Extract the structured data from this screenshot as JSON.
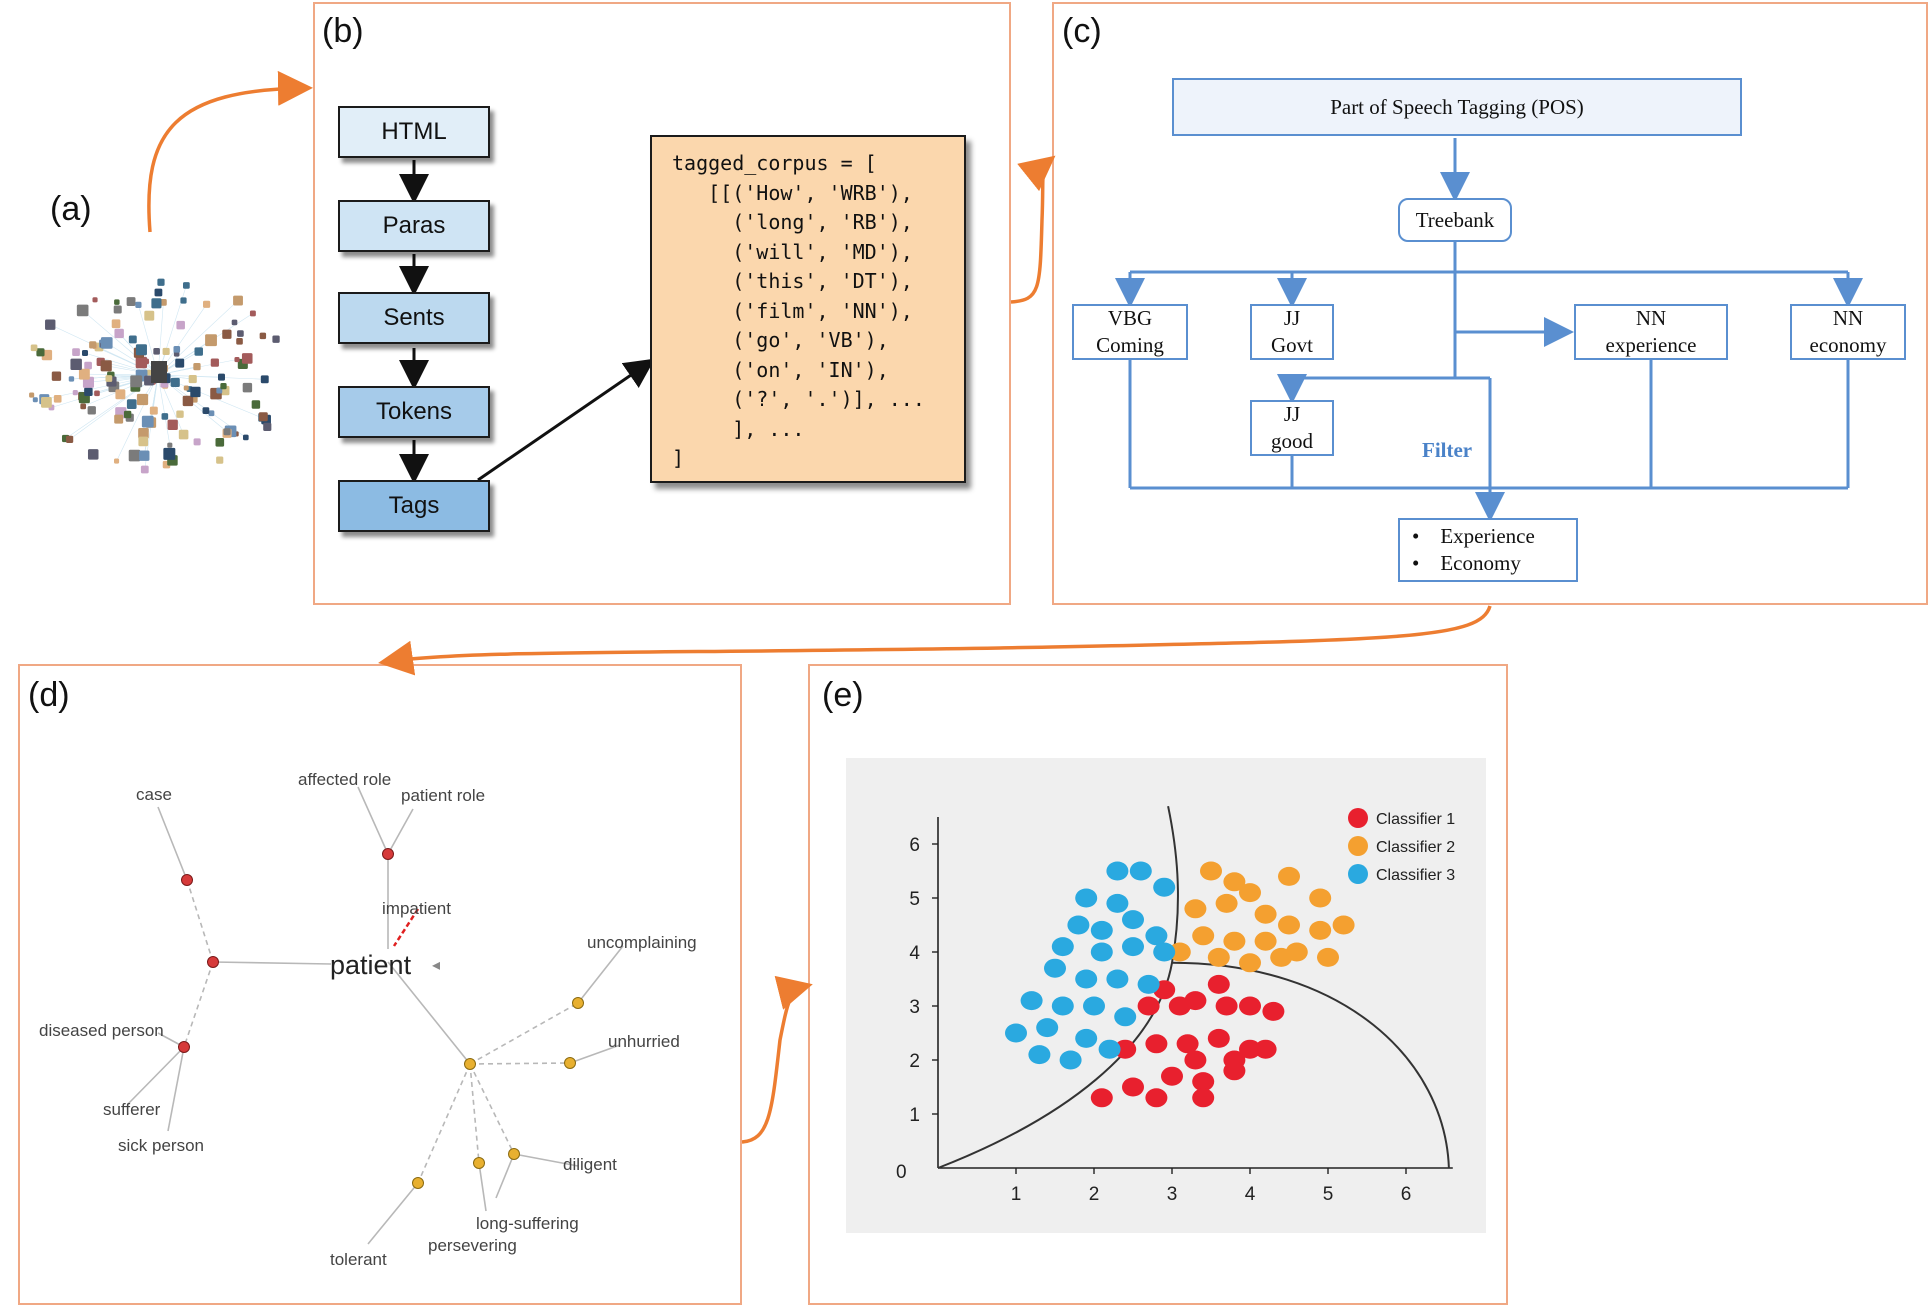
{
  "panels": {
    "a": {
      "label": "(a)"
    },
    "b": {
      "label": "(b)"
    },
    "c": {
      "label": "(c)"
    },
    "d": {
      "label": "(d)"
    },
    "e": {
      "label": "(e)"
    }
  },
  "pipeline": {
    "steps": [
      "HTML",
      "Paras",
      "Sents",
      "Tokens",
      "Tags"
    ],
    "code": "tagged_corpus = [\n   [[('How', 'WRB'),\n     ('long', 'RB'),\n     ('will', 'MD'),\n     ('this', 'DT'),\n     ('film', 'NN'),\n     ('go', 'VB'),\n     ('on', 'IN'),\n     ('?', '.')], ...\n     ], ...\n]"
  },
  "pos": {
    "title": "Part of Speech Tagging (POS)",
    "treebank": "Treebank",
    "tags": [
      {
        "tag": "VBG",
        "word": "Coming"
      },
      {
        "tag": "JJ",
        "word": "Govt"
      },
      {
        "tag": "JJ",
        "word": "good"
      },
      {
        "tag": "NN",
        "word": "experience"
      },
      {
        "tag": "NN",
        "word": "economy"
      }
    ],
    "filter": "Filter",
    "results": [
      "Experience",
      "Economy"
    ]
  },
  "wordnet": {
    "center": "patient",
    "words": [
      "case",
      "affected role",
      "patient role",
      "impatient",
      "uncomplaining",
      "unhurried",
      "diseased person",
      "sufferer",
      "sick person",
      "diligent",
      "long-suffering",
      "persevering",
      "tolerant"
    ]
  },
  "chart_data": {
    "type": "scatter",
    "xlim": [
      0,
      6.5
    ],
    "ylim": [
      0,
      6.5
    ],
    "xticks": [
      1,
      2,
      3,
      4,
      5,
      6
    ],
    "yticks": [
      1,
      2,
      3,
      4,
      5,
      6
    ],
    "origin_label": "0",
    "legend_position": "top-right",
    "series": [
      {
        "name": "Classifier 1",
        "color": "#e8202e",
        "points": [
          [
            2.9,
            3.3
          ],
          [
            3.6,
            3.4
          ],
          [
            3.3,
            3.1
          ],
          [
            2.7,
            3.0
          ],
          [
            3.1,
            3.0
          ],
          [
            3.7,
            3.0
          ],
          [
            4.0,
            3.0
          ],
          [
            4.3,
            2.9
          ],
          [
            2.4,
            2.2
          ],
          [
            2.8,
            2.3
          ],
          [
            3.2,
            2.3
          ],
          [
            3.6,
            2.4
          ],
          [
            4.0,
            2.2
          ],
          [
            3.3,
            2.0
          ],
          [
            3.8,
            2.0
          ],
          [
            4.2,
            2.2
          ],
          [
            2.5,
            1.5
          ],
          [
            3.0,
            1.7
          ],
          [
            3.4,
            1.6
          ],
          [
            3.8,
            1.8
          ],
          [
            2.1,
            1.3
          ],
          [
            2.8,
            1.3
          ],
          [
            3.4,
            1.3
          ]
        ]
      },
      {
        "name": "Classifier 2",
        "color": "#f4a030",
        "points": [
          [
            3.5,
            5.5
          ],
          [
            3.8,
            5.3
          ],
          [
            4.0,
            5.1
          ],
          [
            4.5,
            5.4
          ],
          [
            4.9,
            5.0
          ],
          [
            3.3,
            4.8
          ],
          [
            3.7,
            4.9
          ],
          [
            4.2,
            4.7
          ],
          [
            4.5,
            4.5
          ],
          [
            4.9,
            4.4
          ],
          [
            5.2,
            4.5
          ],
          [
            3.4,
            4.3
          ],
          [
            3.8,
            4.2
          ],
          [
            4.2,
            4.2
          ],
          [
            4.6,
            4.0
          ],
          [
            3.1,
            4.0
          ],
          [
            3.6,
            3.9
          ],
          [
            4.0,
            3.8
          ],
          [
            4.4,
            3.9
          ],
          [
            5.0,
            3.9
          ]
        ]
      },
      {
        "name": "Classifier 3",
        "color": "#2aa9e0",
        "points": [
          [
            2.3,
            5.5
          ],
          [
            2.6,
            5.5
          ],
          [
            2.9,
            5.2
          ],
          [
            1.9,
            5.0
          ],
          [
            2.3,
            4.9
          ],
          [
            1.8,
            4.5
          ],
          [
            2.1,
            4.4
          ],
          [
            2.5,
            4.6
          ],
          [
            2.8,
            4.3
          ],
          [
            1.6,
            4.1
          ],
          [
            2.1,
            4.0
          ],
          [
            2.5,
            4.1
          ],
          [
            2.9,
            4.0
          ],
          [
            1.5,
            3.7
          ],
          [
            1.9,
            3.5
          ],
          [
            2.3,
            3.5
          ],
          [
            2.7,
            3.4
          ],
          [
            1.2,
            3.1
          ],
          [
            1.6,
            3.0
          ],
          [
            2.0,
            3.0
          ],
          [
            2.4,
            2.8
          ],
          [
            1.0,
            2.5
          ],
          [
            1.4,
            2.6
          ],
          [
            1.9,
            2.4
          ],
          [
            2.2,
            2.2
          ],
          [
            1.3,
            2.1
          ],
          [
            1.7,
            2.0
          ]
        ]
      }
    ],
    "boundaries": "two curves separating the classes"
  },
  "colors": {
    "arrow": "#ed7d31",
    "panel_border": "#f0a884",
    "pos_blue": "#5a8fd0"
  }
}
